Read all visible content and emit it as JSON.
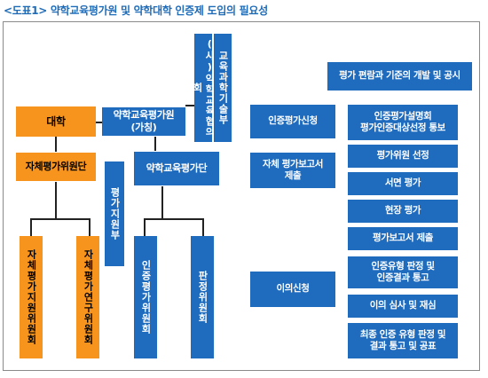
{
  "title": "<도표1> 약학교육평가원 및 약학대학 인증제 도입의 필요성",
  "nodes": {
    "association": "(사)약학교육협의회",
    "committee": "교육과학기술부",
    "agency": "약학교육평가원\n(가칭)",
    "university": "대학",
    "self_eval": "자체평가위원단",
    "eval_team": "약학교육평가단",
    "support": "평가지원부",
    "self_committee": "자체평가지원위원회",
    "self_research": "자체평가연구위원회",
    "accredit_committee": "인증평가위원회",
    "judge_committee": "판정위원회"
  },
  "process_left": [
    "인증평가신청",
    "자체 평가보고서\n제출",
    "이의신청"
  ],
  "process_right": [
    "평가 편람과 기준의 개발 및 공시",
    "인증평가설명회\n평가인증대상선정 통보",
    "평가위원 선정",
    "서면 평가",
    "현장 평가",
    "평가보고서 제출",
    "인증유형 판정 및\n인증결과 통고",
    "이의 심사 및 재심",
    "최종 인증 유형 판정 및\n결과 통고 및 공표"
  ]
}
